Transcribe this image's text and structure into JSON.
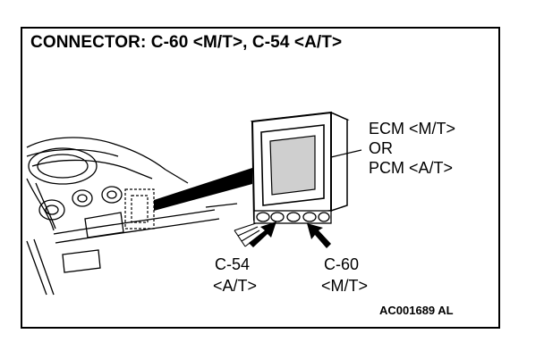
{
  "title": "CONNECTOR: C-60 <M/T>, C-54 <A/T>",
  "module_label": {
    "line1": "ECM <M/T>",
    "line2": "OR",
    "line3": "PCM <A/T>"
  },
  "connector_left": {
    "line1": "C-54",
    "line2": "<A/T>"
  },
  "connector_right": {
    "line1": "C-60",
    "line2": "<M/T>"
  },
  "figure_code": "AC001689 AL",
  "colors": {
    "ink": "#000000",
    "paper": "#ffffff",
    "shade": "#cfcfcf"
  }
}
